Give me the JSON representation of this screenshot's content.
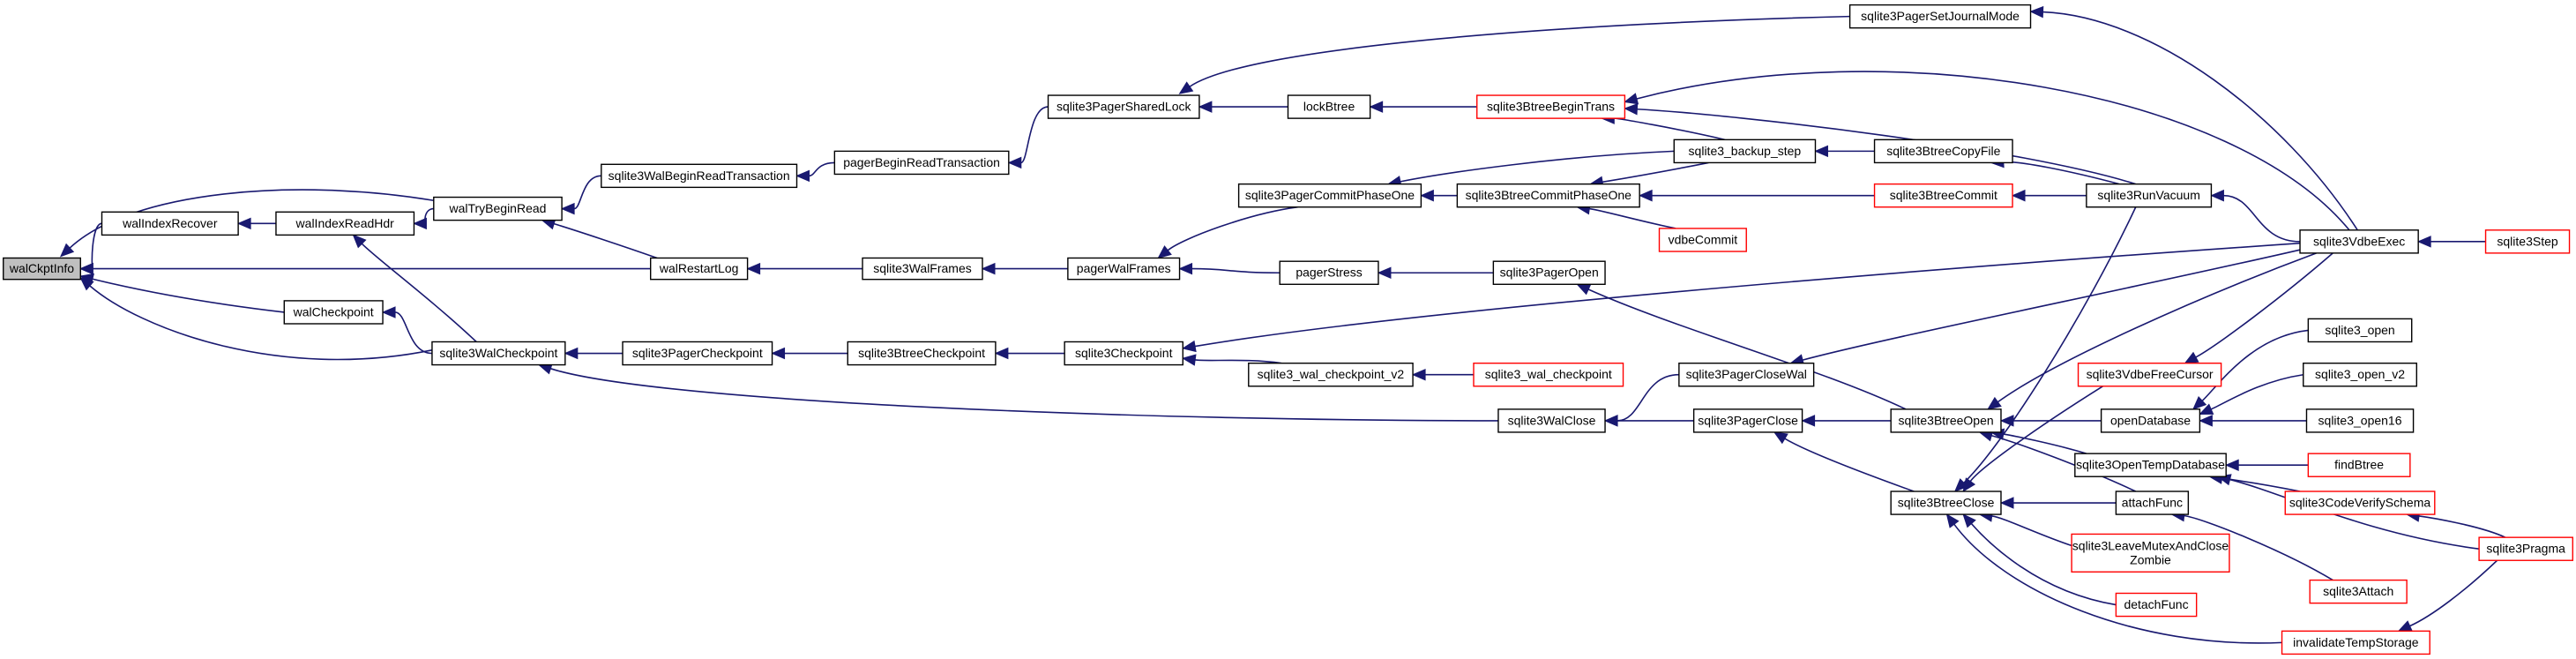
{
  "graph": {
    "direction": "right-to-left",
    "colors": {
      "edge": "#191970",
      "node_border_default": "#000000",
      "node_border_truncated": "#ff0000",
      "root_fill": "#bfbfbf",
      "node_fill": "#ffffff",
      "label": "#000000"
    },
    "nodes": [
      {
        "id": "walCkptInfo",
        "label": "walCkptInfo",
        "style": "root"
      },
      {
        "id": "walIndexRecover",
        "label": "walIndexRecover",
        "style": "normal"
      },
      {
        "id": "walIndexReadHdr",
        "label": "walIndexReadHdr",
        "style": "normal"
      },
      {
        "id": "walTryBeginRead",
        "label": "walTryBeginRead",
        "style": "normal"
      },
      {
        "id": "sqlite3WalBeginReadTransaction",
        "label": "sqlite3WalBeginReadTransaction",
        "style": "normal"
      },
      {
        "id": "pagerBeginReadTransaction",
        "label": "pagerBeginReadTransaction",
        "style": "normal"
      },
      {
        "id": "sqlite3PagerSharedLock",
        "label": "sqlite3PagerSharedLock",
        "style": "normal"
      },
      {
        "id": "sqlite3PagerSetJournalMode",
        "label": "sqlite3PagerSetJournalMode",
        "style": "normal"
      },
      {
        "id": "lockBtree",
        "label": "lockBtree",
        "style": "normal"
      },
      {
        "id": "sqlite3BtreeBeginTrans",
        "label": "sqlite3BtreeBeginTrans",
        "style": "truncated"
      },
      {
        "id": "sqlite3_backup_step",
        "label": "sqlite3_backup_step",
        "style": "normal"
      },
      {
        "id": "sqlite3BtreeCopyFile",
        "label": "sqlite3BtreeCopyFile",
        "style": "normal"
      },
      {
        "id": "sqlite3RunVacuum",
        "label": "sqlite3RunVacuum",
        "style": "normal"
      },
      {
        "id": "sqlite3VdbeExec",
        "label": "sqlite3VdbeExec",
        "style": "normal"
      },
      {
        "id": "sqlite3Step",
        "label": "sqlite3Step",
        "style": "truncated"
      },
      {
        "id": "sqlite3PagerCommitPhaseOne",
        "label": "sqlite3PagerCommitPhaseOne",
        "style": "normal"
      },
      {
        "id": "sqlite3BtreeCommitPhaseOne",
        "label": "sqlite3BtreeCommitPhaseOne",
        "style": "normal"
      },
      {
        "id": "sqlite3BtreeCommit",
        "label": "sqlite3BtreeCommit",
        "style": "truncated"
      },
      {
        "id": "vdbeCommit",
        "label": "vdbeCommit",
        "style": "truncated"
      },
      {
        "id": "walRestartLog",
        "label": "walRestartLog",
        "style": "normal"
      },
      {
        "id": "sqlite3WalFrames",
        "label": "sqlite3WalFrames",
        "style": "normal"
      },
      {
        "id": "pagerWalFrames",
        "label": "pagerWalFrames",
        "style": "normal"
      },
      {
        "id": "pagerStress",
        "label": "pagerStress",
        "style": "normal"
      },
      {
        "id": "sqlite3PagerOpen",
        "label": "sqlite3PagerOpen",
        "style": "normal"
      },
      {
        "id": "walCheckpoint",
        "label": "walCheckpoint",
        "style": "normal"
      },
      {
        "id": "sqlite3WalCheckpoint",
        "label": "sqlite3WalCheckpoint",
        "style": "normal"
      },
      {
        "id": "sqlite3PagerCheckpoint",
        "label": "sqlite3PagerCheckpoint",
        "style": "normal"
      },
      {
        "id": "sqlite3BtreeCheckpoint",
        "label": "sqlite3BtreeCheckpoint",
        "style": "normal"
      },
      {
        "id": "sqlite3Checkpoint",
        "label": "sqlite3Checkpoint",
        "style": "normal"
      },
      {
        "id": "sqlite3_wal_checkpoint_v2",
        "label": "sqlite3_wal_checkpoint_v2",
        "style": "normal"
      },
      {
        "id": "sqlite3_wal_checkpoint",
        "label": "sqlite3_wal_checkpoint",
        "style": "truncated"
      },
      {
        "id": "sqlite3PagerCloseWal",
        "label": "sqlite3PagerCloseWal",
        "style": "normal"
      },
      {
        "id": "sqlite3WalClose",
        "label": "sqlite3WalClose",
        "style": "normal"
      },
      {
        "id": "sqlite3PagerClose",
        "label": "sqlite3PagerClose",
        "style": "normal"
      },
      {
        "id": "sqlite3BtreeOpen",
        "label": "sqlite3BtreeOpen",
        "style": "normal"
      },
      {
        "id": "sqlite3VdbeFreeCursor",
        "label": "sqlite3VdbeFreeCursor",
        "style": "truncated"
      },
      {
        "id": "openDatabase",
        "label": "openDatabase",
        "style": "normal"
      },
      {
        "id": "sqlite3_open",
        "label": "sqlite3_open",
        "style": "normal"
      },
      {
        "id": "sqlite3_open_v2",
        "label": "sqlite3_open_v2",
        "style": "normal"
      },
      {
        "id": "sqlite3_open16",
        "label": "sqlite3_open16",
        "style": "normal"
      },
      {
        "id": "sqlite3OpenTempDatabase",
        "label": "sqlite3OpenTempDatabase",
        "style": "normal"
      },
      {
        "id": "findBtree",
        "label": "findBtree",
        "style": "truncated"
      },
      {
        "id": "sqlite3CodeVerifySchema",
        "label": "sqlite3CodeVerifySchema",
        "style": "truncated"
      },
      {
        "id": "sqlite3Pragma",
        "label": "sqlite3Pragma",
        "style": "truncated"
      },
      {
        "id": "sqlite3BtreeClose",
        "label": "sqlite3BtreeClose",
        "style": "normal"
      },
      {
        "id": "attachFunc",
        "label": "attachFunc",
        "style": "normal"
      },
      {
        "id": "sqlite3Attach",
        "label": "sqlite3Attach",
        "style": "truncated"
      },
      {
        "id": "sqlite3LeaveMutexAndCloseZombie",
        "label": [
          "sqlite3LeaveMutexAndClose",
          "Zombie"
        ],
        "style": "truncated"
      },
      {
        "id": "detachFunc",
        "label": "detachFunc",
        "style": "truncated"
      },
      {
        "id": "invalidateTempStorage",
        "label": "invalidateTempStorage",
        "style": "truncated"
      }
    ],
    "edges": [
      {
        "from": "walIndexRecover",
        "to": "walCkptInfo"
      },
      {
        "from": "walTryBeginRead",
        "to": "walCkptInfo"
      },
      {
        "from": "walRestartLog",
        "to": "walCkptInfo"
      },
      {
        "from": "walCheckpoint",
        "to": "walCkptInfo"
      },
      {
        "from": "sqlite3WalCheckpoint",
        "to": "walCkptInfo"
      },
      {
        "from": "walIndexReadHdr",
        "to": "walIndexRecover"
      },
      {
        "from": "walTryBeginRead",
        "to": "walIndexReadHdr"
      },
      {
        "from": "sqlite3WalCheckpoint",
        "to": "walIndexReadHdr"
      },
      {
        "from": "sqlite3WalBeginReadTransaction",
        "to": "walTryBeginRead"
      },
      {
        "from": "walRestartLog",
        "to": "walTryBeginRead"
      },
      {
        "from": "pagerBeginReadTransaction",
        "to": "sqlite3WalBeginReadTransaction"
      },
      {
        "from": "sqlite3PagerSharedLock",
        "to": "pagerBeginReadTransaction"
      },
      {
        "from": "sqlite3PagerSetJournalMode",
        "to": "sqlite3PagerSharedLock"
      },
      {
        "from": "lockBtree",
        "to": "sqlite3PagerSharedLock"
      },
      {
        "from": "sqlite3VdbeExec",
        "to": "sqlite3PagerSetJournalMode"
      },
      {
        "from": "sqlite3BtreeBeginTrans",
        "to": "lockBtree"
      },
      {
        "from": "sqlite3_backup_step",
        "to": "sqlite3BtreeBeginTrans"
      },
      {
        "from": "sqlite3RunVacuum",
        "to": "sqlite3BtreeBeginTrans"
      },
      {
        "from": "sqlite3VdbeExec",
        "to": "sqlite3BtreeBeginTrans"
      },
      {
        "from": "sqlite3BtreeCopyFile",
        "to": "sqlite3_backup_step"
      },
      {
        "from": "sqlite3RunVacuum",
        "to": "sqlite3BtreeCopyFile"
      },
      {
        "from": "sqlite3VdbeExec",
        "to": "sqlite3RunVacuum"
      },
      {
        "from": "sqlite3Step",
        "to": "sqlite3VdbeExec"
      },
      {
        "from": "sqlite3_backup_step",
        "to": "sqlite3PagerCommitPhaseOne"
      },
      {
        "from": "sqlite3BtreeCommitPhaseOne",
        "to": "sqlite3PagerCommitPhaseOne"
      },
      {
        "from": "sqlite3_backup_step",
        "to": "sqlite3BtreeCommitPhaseOne"
      },
      {
        "from": "sqlite3BtreeCommit",
        "to": "sqlite3BtreeCommitPhaseOne"
      },
      {
        "from": "vdbeCommit",
        "to": "sqlite3BtreeCommitPhaseOne"
      },
      {
        "from": "sqlite3RunVacuum",
        "to": "sqlite3BtreeCommit"
      },
      {
        "from": "sqlite3WalFrames",
        "to": "walRestartLog"
      },
      {
        "from": "pagerWalFrames",
        "to": "sqlite3WalFrames"
      },
      {
        "from": "sqlite3PagerCommitPhaseOne",
        "to": "pagerWalFrames"
      },
      {
        "from": "pagerStress",
        "to": "pagerWalFrames"
      },
      {
        "from": "sqlite3PagerOpen",
        "to": "pagerStress"
      },
      {
        "from": "sqlite3BtreeOpen",
        "to": "sqlite3PagerOpen"
      },
      {
        "from": "sqlite3WalCheckpoint",
        "to": "walCheckpoint"
      },
      {
        "from": "sqlite3PagerCheckpoint",
        "to": "sqlite3WalCheckpoint"
      },
      {
        "from": "sqlite3WalClose",
        "to": "sqlite3WalCheckpoint"
      },
      {
        "from": "sqlite3BtreeCheckpoint",
        "to": "sqlite3PagerCheckpoint"
      },
      {
        "from": "sqlite3Checkpoint",
        "to": "sqlite3BtreeCheckpoint"
      },
      {
        "from": "sqlite3VdbeExec",
        "to": "sqlite3Checkpoint"
      },
      {
        "from": "sqlite3_wal_checkpoint_v2",
        "to": "sqlite3Checkpoint"
      },
      {
        "from": "sqlite3_wal_checkpoint",
        "to": "sqlite3_wal_checkpoint_v2"
      },
      {
        "from": "sqlite3PagerCloseWal",
        "to": "sqlite3WalClose"
      },
      {
        "from": "sqlite3PagerClose",
        "to": "sqlite3WalClose"
      },
      {
        "from": "sqlite3VdbeExec",
        "to": "sqlite3PagerCloseWal"
      },
      {
        "from": "sqlite3BtreeOpen",
        "to": "sqlite3PagerClose"
      },
      {
        "from": "sqlite3BtreeClose",
        "to": "sqlite3PagerClose"
      },
      {
        "from": "sqlite3VdbeExec",
        "to": "sqlite3BtreeOpen"
      },
      {
        "from": "openDatabase",
        "to": "sqlite3BtreeOpen"
      },
      {
        "from": "sqlite3OpenTempDatabase",
        "to": "sqlite3BtreeOpen"
      },
      {
        "from": "attachFunc",
        "to": "sqlite3BtreeOpen"
      },
      {
        "from": "sqlite3_open",
        "to": "openDatabase"
      },
      {
        "from": "sqlite3_open_v2",
        "to": "openDatabase"
      },
      {
        "from": "sqlite3_open16",
        "to": "openDatabase"
      },
      {
        "from": "findBtree",
        "to": "sqlite3OpenTempDatabase"
      },
      {
        "from": "sqlite3CodeVerifySchema",
        "to": "sqlite3OpenTempDatabase"
      },
      {
        "from": "sqlite3Pragma",
        "to": "sqlite3OpenTempDatabase"
      },
      {
        "from": "sqlite3Pragma",
        "to": "sqlite3CodeVerifySchema"
      },
      {
        "from": "sqlite3RunVacuum",
        "to": "sqlite3BtreeClose"
      },
      {
        "from": "sqlite3VdbeFreeCursor",
        "to": "sqlite3BtreeClose"
      },
      {
        "from": "attachFunc",
        "to": "sqlite3BtreeClose"
      },
      {
        "from": "sqlite3LeaveMutexAndCloseZombie",
        "to": "sqlite3BtreeClose"
      },
      {
        "from": "detachFunc",
        "to": "sqlite3BtreeClose"
      },
      {
        "from": "invalidateTempStorage",
        "to": "sqlite3BtreeClose"
      },
      {
        "from": "sqlite3VdbeExec",
        "to": "sqlite3VdbeFreeCursor"
      },
      {
        "from": "sqlite3Attach",
        "to": "attachFunc"
      },
      {
        "from": "sqlite3Pragma",
        "to": "invalidateTempStorage"
      }
    ]
  }
}
